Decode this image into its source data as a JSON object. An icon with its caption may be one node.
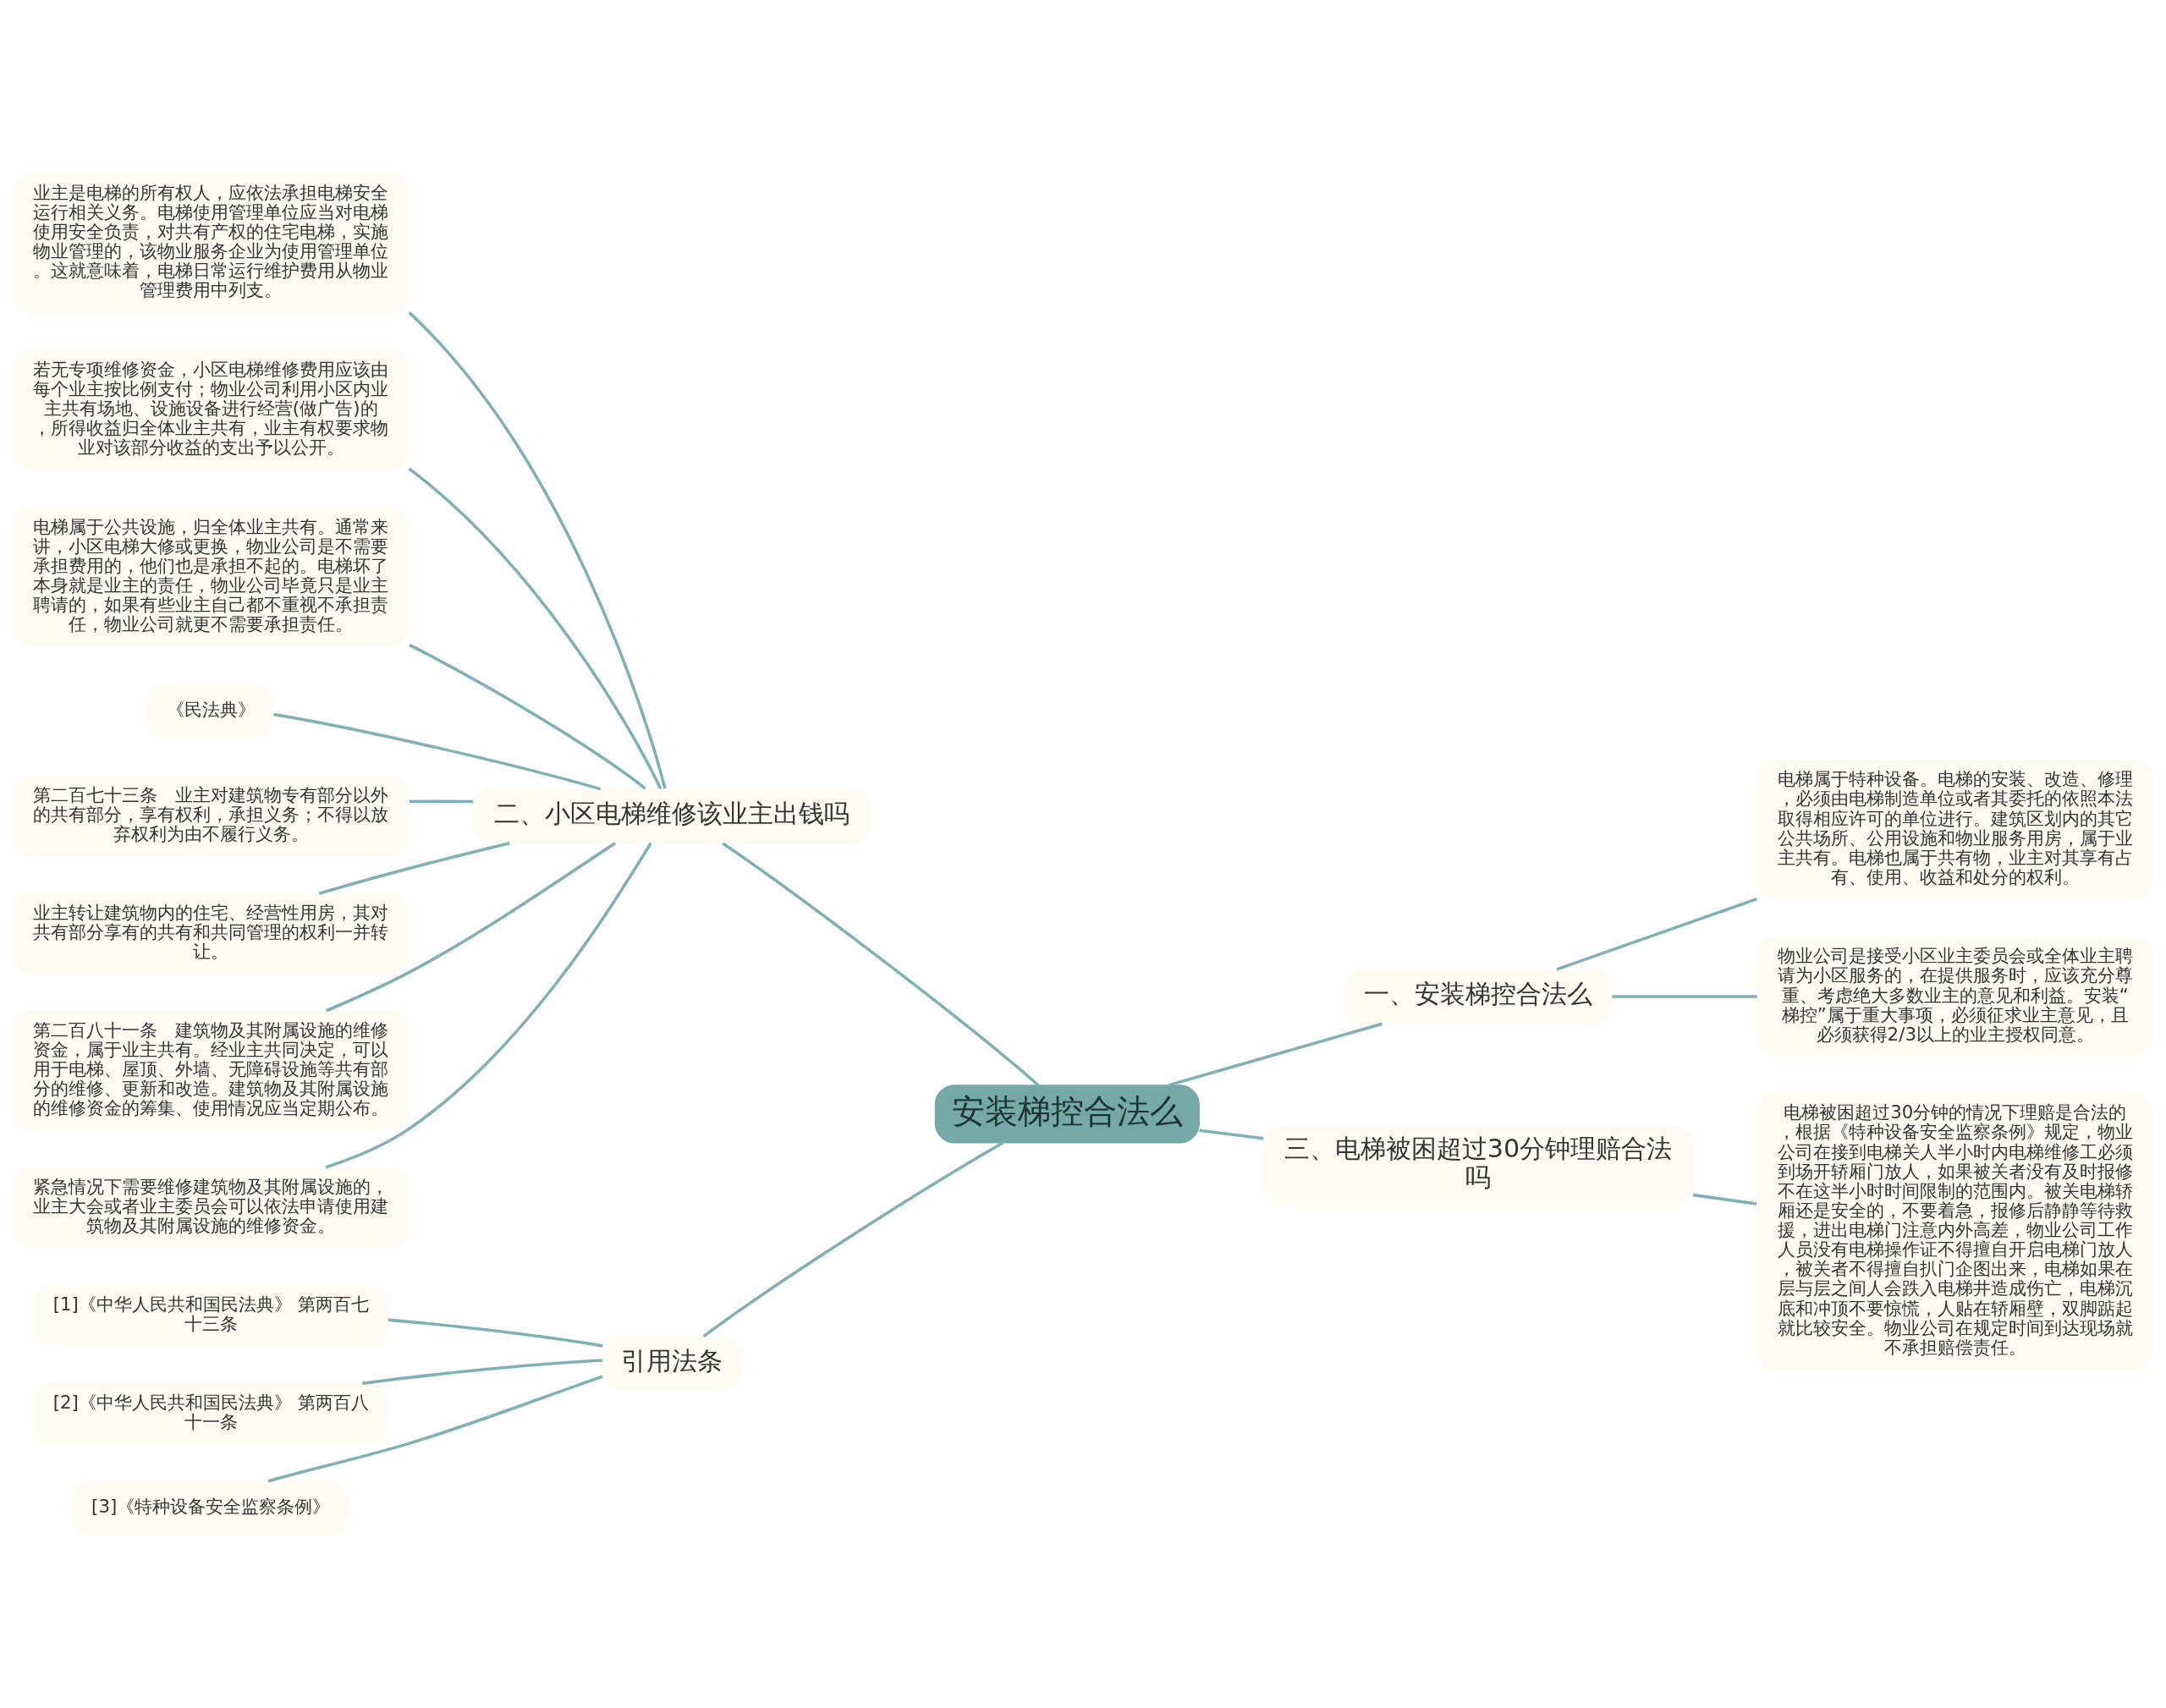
{
  "diagram": {
    "nodes": [
      {
        "text": [
          "安装梯控合法么"
        ]
      },
      {
        "text": [
          "一、安装梯控合法么"
        ]
      },
      {
        "text": [
          "电梯属于特种设备。电梯的安装、改造、修理，必须由电梯制造单位或者其委托的依照本法取得相应许可的单位进行。建筑区划内的其它公共场所、公用设施和物业服务用房，属于业主共有。电梯也属于共有物，业主对其享有占有、使用、收益和处分的权利。"
        ]
      },
      {
        "text": [
          "物业公司是接受小区业主委员会或全体业主聘请为小区服务的，在提供服务时，应该充分尊重、考虑绝大多数业主的意见和利益。安装“梯控”属于重大事项，必须征求业主意见，且必须获得2/3以上的业主授权同意。"
        ]
      },
      {
        "text": [
          "三、电梯被困超过30分钟理赔合法吗"
        ]
      },
      {
        "text": [
          "电梯被困超过30分钟的情况下理赔是合法的，根据《特种设备安全监察条例》规定，物业公司在接到电梯关人半小时内电梯维修工必须到场开轿厢门放人，如果被关者没有及时报修不在这半小时时间限制的范围内。被关电梯轿厢还是安全的，不要着急，报修后静静等待救援，进出电梯门注意内外高差，物业公司工作人员没有电梯操作证不得擅自开启电梯门放人，被关者不得擅自扒门企图出来，电梯如果在层与层之间人会跌入电梯井造成伤亡，电梯沉底和冲顶不要惊慌，人贴在轿厢壁，双脚踮起就比较安全。物业公司在规定时间到达现场就不承担赔偿责任。"
        ]
      },
      {
        "text": [
          "二、小区电梯维修该业主出钱吗"
        ]
      },
      {
        "text": [
          "业主是电梯的所有权人，应依法承担电梯安全运行相关义务。电梯使用管理单位应当对电梯使用安全负责，对共有产权的住宅电梯，实施物业管理的，该物业服务企业为使用管理单位。这就意味着，电梯日常运行维护费用从物业管理费用中列支。"
        ]
      },
      {
        "text": [
          "若无专项维修资金，小区电梯维修费用应该由每个业主按比例支付；物业公司利用小区内业主共有场地、设施设备进行经营(做广告)的，所得收益归全体业主共有，业主有权要求物业对该部分收益的支出予以公开。"
        ]
      },
      {
        "text": [
          "电梯属于公共设施，归全体业主共有。通常来讲，小区电梯大修或更换，物业公司是不需要承担费用的，他们也是承担不起的。电梯坏了本身就是业主的责任，物业公司毕竟只是业主聘请的，如果有些业主自己都不重视不承担责任，物业公司就更不需要承担责任。"
        ]
      },
      {
        "text": [
          "《民法典》"
        ]
      },
      {
        "text": [
          "第二百七十三条　业主对建筑物专有部分以外的共有部分，享有权利，承担义务；不得以放弃权利为由不履行义务。"
        ]
      },
      {
        "text": [
          "业主转让建筑物内的住宅、经营性用房，其对共有部分享有的共有和共同管理的权利一并转让。"
        ]
      },
      {
        "text": [
          "第二百八十一条　建筑物及其附属设施的维修资金，属于业主共有。经业主共同决定，可以用于电梯、屋顶、外墙、无障碍设施等共有部分的维修、更新和改造。建筑物及其附属设施的维修资金的筹集、使用情况应当定期公布。"
        ]
      },
      {
        "text": [
          "紧急情况下需要维修建筑物及其附属设施的，业主大会或者业主委员会可以依法申请使用建筑物及其附属设施的维修资金。"
        ]
      },
      {
        "text": [
          "引用法条"
        ]
      },
      {
        "text": [
          "[1]《中华人民共和国民法典》 第两百七十三条"
        ]
      },
      {
        "text": [
          "[2]《中华人民共和国民法典》 第两百八十一条"
        ]
      },
      {
        "text": [
          "[3]《特种设备安全监察条例》"
        ]
      }
    ],
    "edges": [
      {
        "from": 0,
        "to": 1,
        "arrow": "none"
      },
      {
        "from": 1,
        "to": 2,
        "arrow": "none"
      },
      {
        "from": 1,
        "to": 3,
        "arrow": "none"
      },
      {
        "from": 0,
        "to": 4,
        "arrow": "none"
      },
      {
        "from": 4,
        "to": 5,
        "arrow": "none"
      },
      {
        "from": 0,
        "to": 6,
        "arrow": "none"
      },
      {
        "from": 6,
        "to": 7,
        "arrow": "none"
      },
      {
        "from": 6,
        "to": 8,
        "arrow": "none"
      },
      {
        "from": 6,
        "to": 9,
        "arrow": "none"
      },
      {
        "from": 6,
        "to": 10,
        "arrow": "none"
      },
      {
        "from": 6,
        "to": 11,
        "arrow": "none"
      },
      {
        "from": 6,
        "to": 12,
        "arrow": "none"
      },
      {
        "from": 6,
        "to": 13,
        "arrow": "none"
      },
      {
        "from": 6,
        "to": 14,
        "arrow": "none"
      },
      {
        "from": 0,
        "to": 15,
        "arrow": "none"
      },
      {
        "from": 15,
        "to": 16,
        "arrow": "none"
      },
      {
        "from": 15,
        "to": 17,
        "arrow": "none"
      },
      {
        "from": 15,
        "to": 18,
        "arrow": "none"
      }
    ]
  }
}
